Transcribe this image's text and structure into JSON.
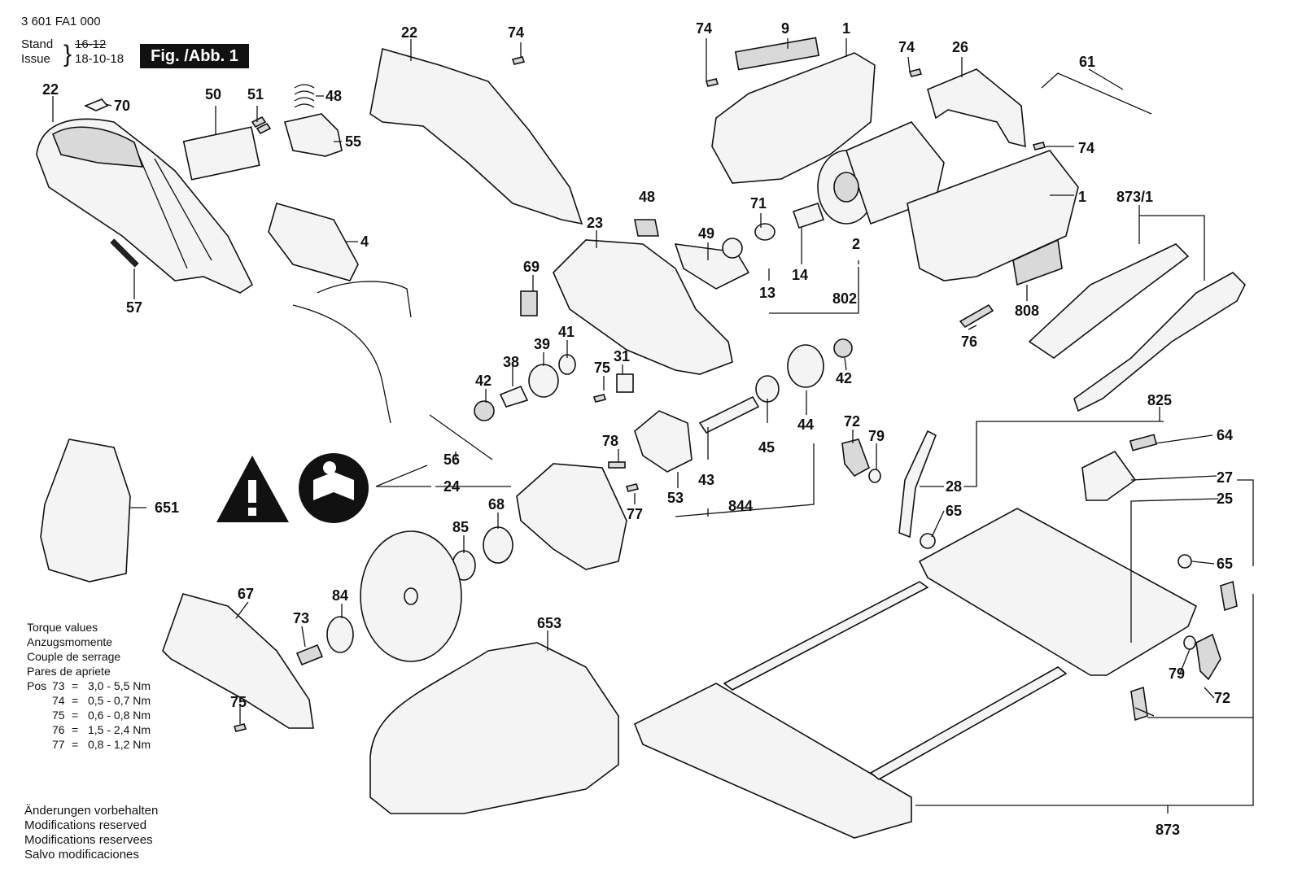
{
  "header": {
    "doc_number": "3 601 FA1 000",
    "stand_label": "Stand",
    "stand_value": "16-12",
    "issue_label": "Issue",
    "issue_value": "18-10-18",
    "fig_label": "Fig. /Abb. 1"
  },
  "torque": {
    "titles": [
      "Torque values",
      "Anzugsmomente",
      "Couple de serrage",
      "Pares de apriete"
    ],
    "pos_label": "Pos",
    "rows": [
      {
        "pos": "73",
        "eq": "=",
        "value": "3,0 - 5,5 Nm"
      },
      {
        "pos": "74",
        "eq": "=",
        "value": "0,5 - 0,7 Nm"
      },
      {
        "pos": "75",
        "eq": "=",
        "value": "0,6 - 0,8 Nm"
      },
      {
        "pos": "76",
        "eq": "=",
        "value": "1,5 - 2,4 Nm"
      },
      {
        "pos": "77",
        "eq": "=",
        "value": "0,8 - 1,2 Nm"
      }
    ]
  },
  "footer_notes": [
    "Änderungen vorbehalten",
    "Modifications reserved",
    "Modifications reservees",
    "Salvo modificaciones"
  ],
  "icons": [
    "warning-triangle-icon",
    "read-manual-icon"
  ],
  "parts": {
    "p22a": "22",
    "p70": "70",
    "p50": "50",
    "p51": "51",
    "p48a": "48",
    "p55": "55",
    "p57": "57",
    "p4": "4",
    "p22b": "22",
    "p74a": "74",
    "p74b": "74",
    "p9": "9",
    "p1a": "1",
    "p74c": "74",
    "p26": "26",
    "p61": "61",
    "p74d": "74",
    "p1b": "1",
    "p48b": "48",
    "p23": "23",
    "p49": "49",
    "p71": "71",
    "p2": "2",
    "p14": "14",
    "p13": "13",
    "p802": "802",
    "p808": "808",
    "p76": "76",
    "p8731": "873/1",
    "p69": "69",
    "p41": "41",
    "p39": "39",
    "p38": "38",
    "p42a": "42",
    "p75a": "75",
    "p31": "31",
    "p42b": "42",
    "p44": "44",
    "p45": "45",
    "p43": "43",
    "p844": "844",
    "p53": "53",
    "p78": "78",
    "p77": "77",
    "p56": "56",
    "p24": "24",
    "p68": "68",
    "p85": "85",
    "p651": "651",
    "p72a": "72",
    "p79a": "79",
    "p28": "28",
    "p65a": "65",
    "p825": "825",
    "p64": "64",
    "p27": "27",
    "p25": "25",
    "p65b": "65",
    "p79b": "79",
    "p72b": "72",
    "p873": "873",
    "p67": "67",
    "p73": "73",
    "p84": "84",
    "p653": "653",
    "p75b": "75"
  }
}
